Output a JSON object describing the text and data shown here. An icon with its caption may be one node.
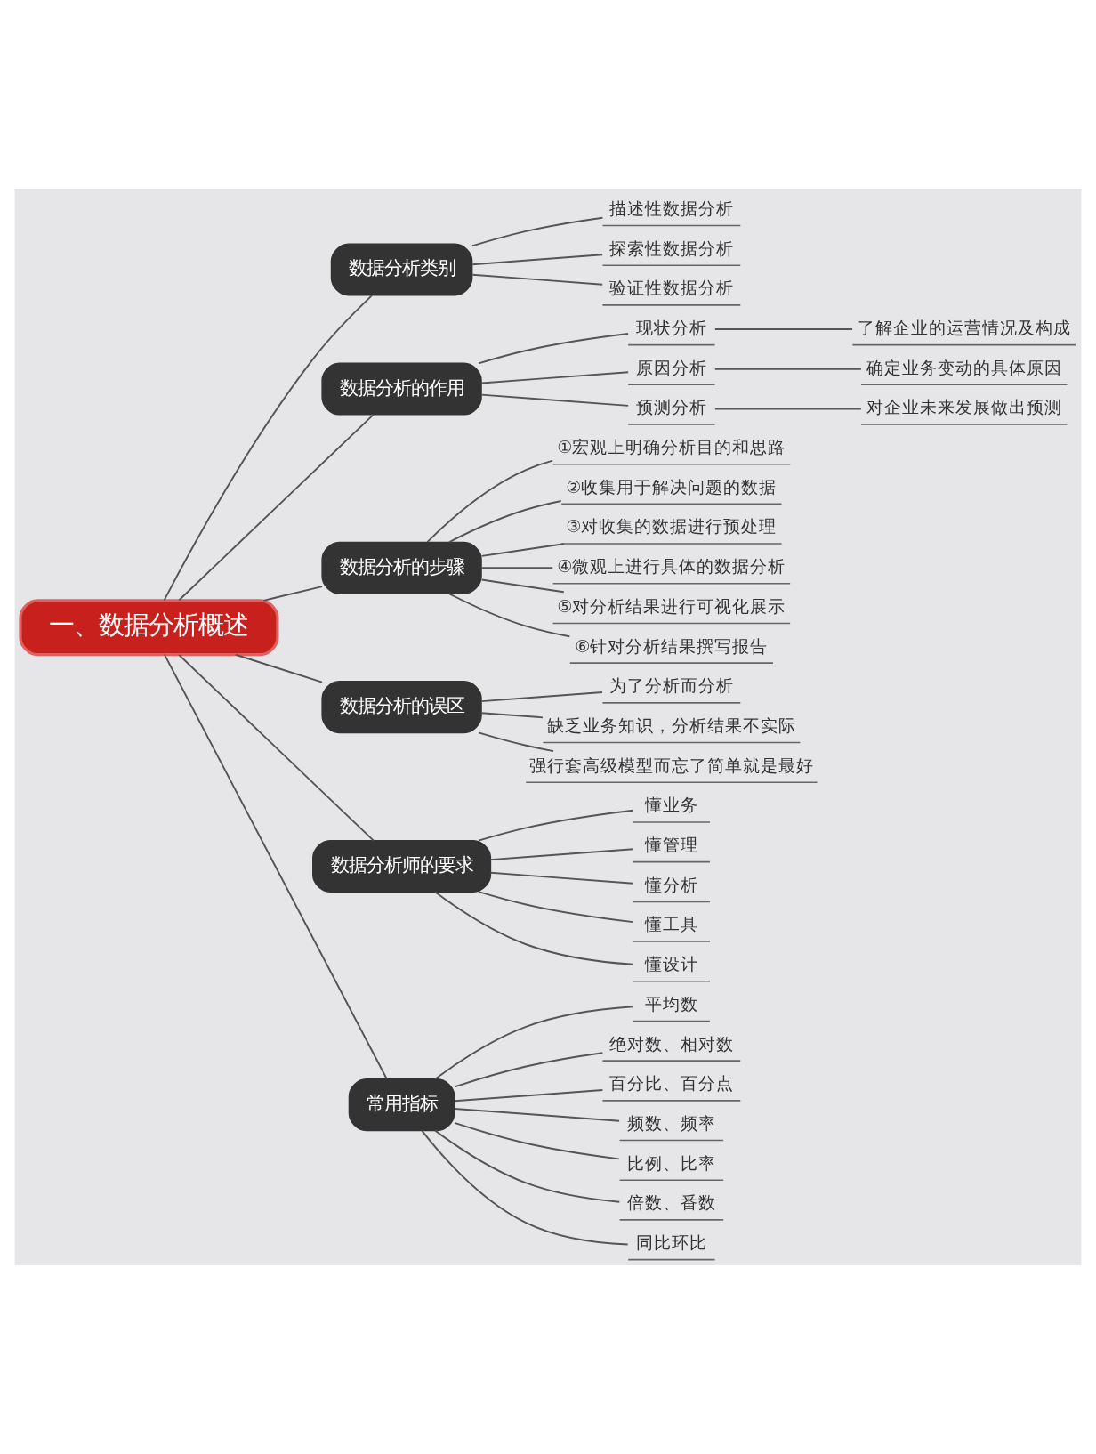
{
  "diagram": {
    "nodes": [
      {
        "text": [
          "一、数据分析概述"
        ]
      },
      {
        "text": [
          "数据分析类别"
        ]
      },
      {
        "text": [
          "描述性数据分析"
        ]
      },
      {
        "text": [
          "探索性数据分析"
        ]
      },
      {
        "text": [
          "验证性数据分析"
        ]
      },
      {
        "text": [
          "数据分析的作用"
        ]
      },
      {
        "text": [
          "现状分析"
        ]
      },
      {
        "text": [
          "了解企业的运营情况及构成"
        ]
      },
      {
        "text": [
          "原因分析"
        ]
      },
      {
        "text": [
          "确定业务变动的具体原因"
        ]
      },
      {
        "text": [
          "预测分析"
        ]
      },
      {
        "text": [
          "对企业未来发展做出预测"
        ]
      },
      {
        "text": [
          "数据分析的步骤"
        ]
      },
      {
        "text": [
          "①宏观上明确分析目的和思路"
        ]
      },
      {
        "text": [
          "②收集用于解决问题的数据"
        ]
      },
      {
        "text": [
          "③对收集的数据进行预处理"
        ]
      },
      {
        "text": [
          "④微观上进行具体的数据分析"
        ]
      },
      {
        "text": [
          "⑤对分析结果进行可视化展示"
        ]
      },
      {
        "text": [
          "⑥针对分析结果撰写报告"
        ]
      },
      {
        "text": [
          "数据分析的误区"
        ]
      },
      {
        "text": [
          "为了分析而分析"
        ]
      },
      {
        "text": [
          "缺乏业务知识，分析结果不实际"
        ]
      },
      {
        "text": [
          "强行套高级模型而忘了简单就是最好"
        ]
      },
      {
        "text": [
          "数据分析师的要求"
        ]
      },
      {
        "text": [
          "懂业务"
        ]
      },
      {
        "text": [
          "懂管理"
        ]
      },
      {
        "text": [
          "懂分析"
        ]
      },
      {
        "text": [
          "懂工具"
        ]
      },
      {
        "text": [
          "懂设计"
        ]
      },
      {
        "text": [
          "常用指标"
        ]
      },
      {
        "text": [
          "平均数"
        ]
      },
      {
        "text": [
          "绝对数、相对数"
        ]
      },
      {
        "text": [
          "百分比、百分点"
        ]
      },
      {
        "text": [
          "频数、频率"
        ]
      },
      {
        "text": [
          "比例、比率"
        ]
      },
      {
        "text": [
          "倍数、番数"
        ]
      },
      {
        "text": [
          "同比环比"
        ]
      }
    ],
    "edges": [
      {
        "from": 0,
        "to": 1,
        "arrow": "none"
      },
      {
        "from": 1,
        "to": 2,
        "arrow": "none"
      },
      {
        "from": 1,
        "to": 3,
        "arrow": "none"
      },
      {
        "from": 1,
        "to": 4,
        "arrow": "none"
      },
      {
        "from": 0,
        "to": 5,
        "arrow": "none"
      },
      {
        "from": 5,
        "to": 6,
        "arrow": "none"
      },
      {
        "from": 6,
        "to": 7,
        "arrow": "none"
      },
      {
        "from": 5,
        "to": 8,
        "arrow": "none"
      },
      {
        "from": 8,
        "to": 9,
        "arrow": "none"
      },
      {
        "from": 5,
        "to": 10,
        "arrow": "none"
      },
      {
        "from": 10,
        "to": 11,
        "arrow": "none"
      },
      {
        "from": 0,
        "to": 12,
        "arrow": "none"
      },
      {
        "from": 12,
        "to": 13,
        "arrow": "none"
      },
      {
        "from": 12,
        "to": 14,
        "arrow": "none"
      },
      {
        "from": 12,
        "to": 15,
        "arrow": "none"
      },
      {
        "from": 12,
        "to": 16,
        "arrow": "none"
      },
      {
        "from": 12,
        "to": 17,
        "arrow": "none"
      },
      {
        "from": 12,
        "to": 18,
        "arrow": "none"
      },
      {
        "from": 0,
        "to": 19,
        "arrow": "none"
      },
      {
        "from": 19,
        "to": 20,
        "arrow": "none"
      },
      {
        "from": 19,
        "to": 21,
        "arrow": "none"
      },
      {
        "from": 19,
        "to": 22,
        "arrow": "none"
      },
      {
        "from": 0,
        "to": 23,
        "arrow": "none"
      },
      {
        "from": 23,
        "to": 24,
        "arrow": "none"
      },
      {
        "from": 23,
        "to": 25,
        "arrow": "none"
      },
      {
        "from": 23,
        "to": 26,
        "arrow": "none"
      },
      {
        "from": 23,
        "to": 27,
        "arrow": "none"
      },
      {
        "from": 23,
        "to": 28,
        "arrow": "none"
      },
      {
        "from": 0,
        "to": 29,
        "arrow": "none"
      },
      {
        "from": 29,
        "to": 30,
        "arrow": "none"
      },
      {
        "from": 29,
        "to": 31,
        "arrow": "none"
      },
      {
        "from": 29,
        "to": 32,
        "arrow": "none"
      },
      {
        "from": 29,
        "to": 33,
        "arrow": "none"
      },
      {
        "from": 29,
        "to": 34,
        "arrow": "none"
      },
      {
        "from": 29,
        "to": 35,
        "arrow": "none"
      },
      {
        "from": 29,
        "to": 36,
        "arrow": "none"
      }
    ]
  }
}
